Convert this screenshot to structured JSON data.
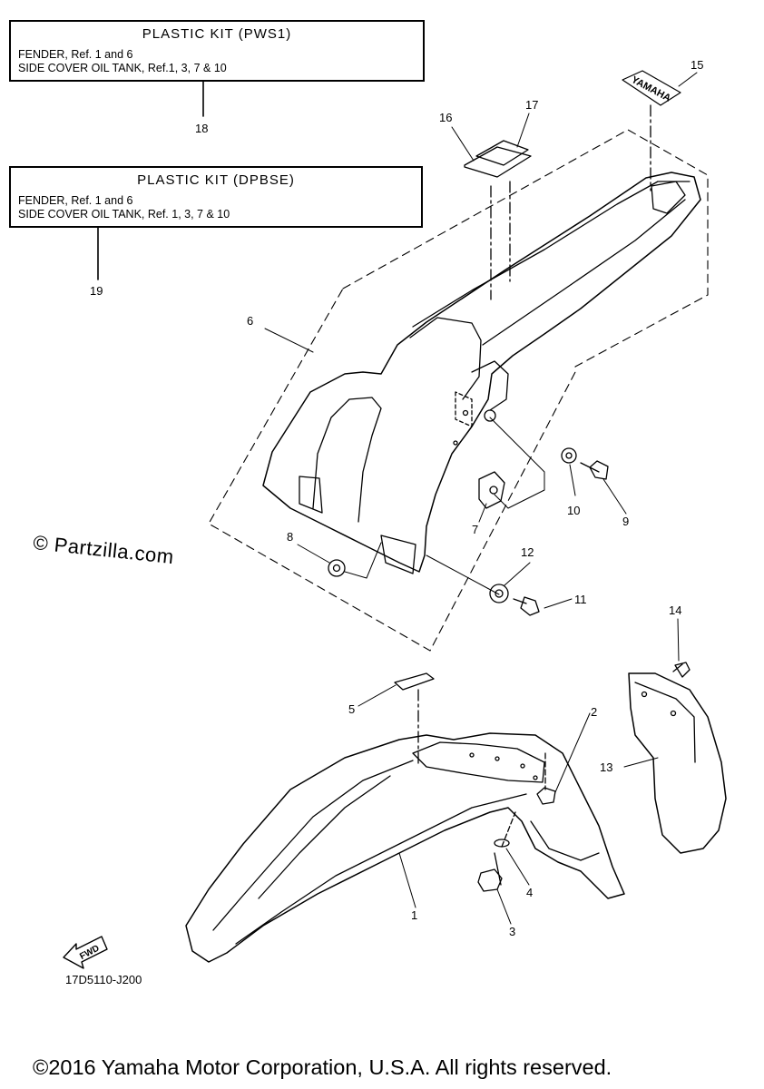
{
  "kits": [
    {
      "title": "PLASTIC KIT (PWS1)",
      "line1": "FENDER, Ref. 1 and 6",
      "line2": "SIDE COVER OIL TANK, Ref.1, 3, 7 & 10",
      "ref": "18"
    },
    {
      "title": "PLASTIC KIT (DPBSE)",
      "line1": "FENDER, Ref. 1 and 6",
      "line2": "SIDE COVER OIL TANK, Ref. 1, 3, 7 & 10",
      "ref": "19"
    }
  ],
  "callouts": {
    "c1": "1",
    "c2": "2",
    "c3": "3",
    "c4": "4",
    "c5": "5",
    "c6": "6",
    "c7": "7",
    "c8": "8",
    "c9": "9",
    "c10": "10",
    "c11": "11",
    "c12": "12",
    "c13": "13",
    "c14": "14",
    "c15": "15",
    "c16": "16",
    "c17": "17"
  },
  "decal_text": "YAMAHA",
  "fwd_label": "FWD",
  "watermark": "© Partzilla.com",
  "diagram_code": "17D5110-J200",
  "copyright": "©2016 Yamaha Motor Corporation, U.S.A. All rights reserved."
}
